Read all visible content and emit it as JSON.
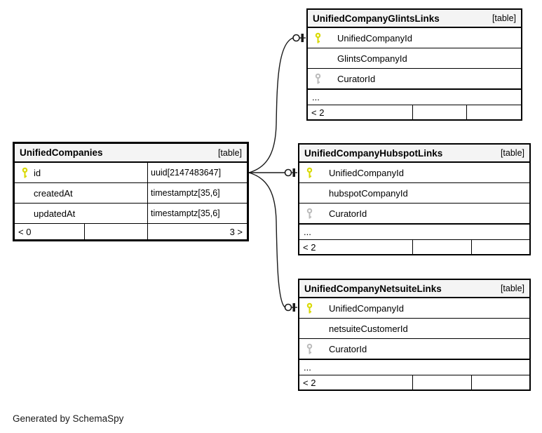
{
  "note": "Generated by SchemaSpy",
  "colors": {
    "header_bg": "#f4f4f4",
    "border": "#000000",
    "primary_key": "#d8d800",
    "foreign_key": "#bbbbbb",
    "connector": "#1a1a1a"
  },
  "tables": {
    "unifiedCompanies": {
      "title": "UnifiedCompanies",
      "badge": "[table]",
      "columns": [
        {
          "name": "id",
          "type": "uuid[2147483647]",
          "key": "primary"
        },
        {
          "name": "createdAt",
          "type": "timestamptz[35,6]",
          "key": ""
        },
        {
          "name": "updatedAt",
          "type": "timestamptz[35,6]",
          "key": ""
        }
      ],
      "footer": {
        "parents": "< 0",
        "middle": "",
        "children": "3 >"
      }
    },
    "glintsLinks": {
      "title": "UnifiedCompanyGlintsLinks",
      "badge": "[table]",
      "columns": [
        {
          "name": "UnifiedCompanyId",
          "key": "primary"
        },
        {
          "name": "GlintsCompanyId",
          "key": ""
        },
        {
          "name": "CuratorId",
          "key": "foreign"
        }
      ],
      "ellipsis": "...",
      "footer": {
        "parents": "< 2",
        "middle": "",
        "children": ""
      }
    },
    "hubspotLinks": {
      "title": "UnifiedCompanyHubspotLinks",
      "badge": "[table]",
      "columns": [
        {
          "name": "UnifiedCompanyId",
          "key": "primary"
        },
        {
          "name": "hubspotCompanyId",
          "key": ""
        },
        {
          "name": "CuratorId",
          "key": "foreign"
        }
      ],
      "ellipsis": "...",
      "footer": {
        "parents": "< 2",
        "middle": "",
        "children": ""
      }
    },
    "netsuiteLinks": {
      "title": "UnifiedCompanyNetsuiteLinks",
      "badge": "[table]",
      "columns": [
        {
          "name": "UnifiedCompanyId",
          "key": "primary"
        },
        {
          "name": "netsuiteCustomerId",
          "key": ""
        },
        {
          "name": "CuratorId",
          "key": "foreign"
        }
      ],
      "ellipsis": "...",
      "footer": {
        "parents": "< 2",
        "middle": "",
        "children": ""
      }
    }
  }
}
